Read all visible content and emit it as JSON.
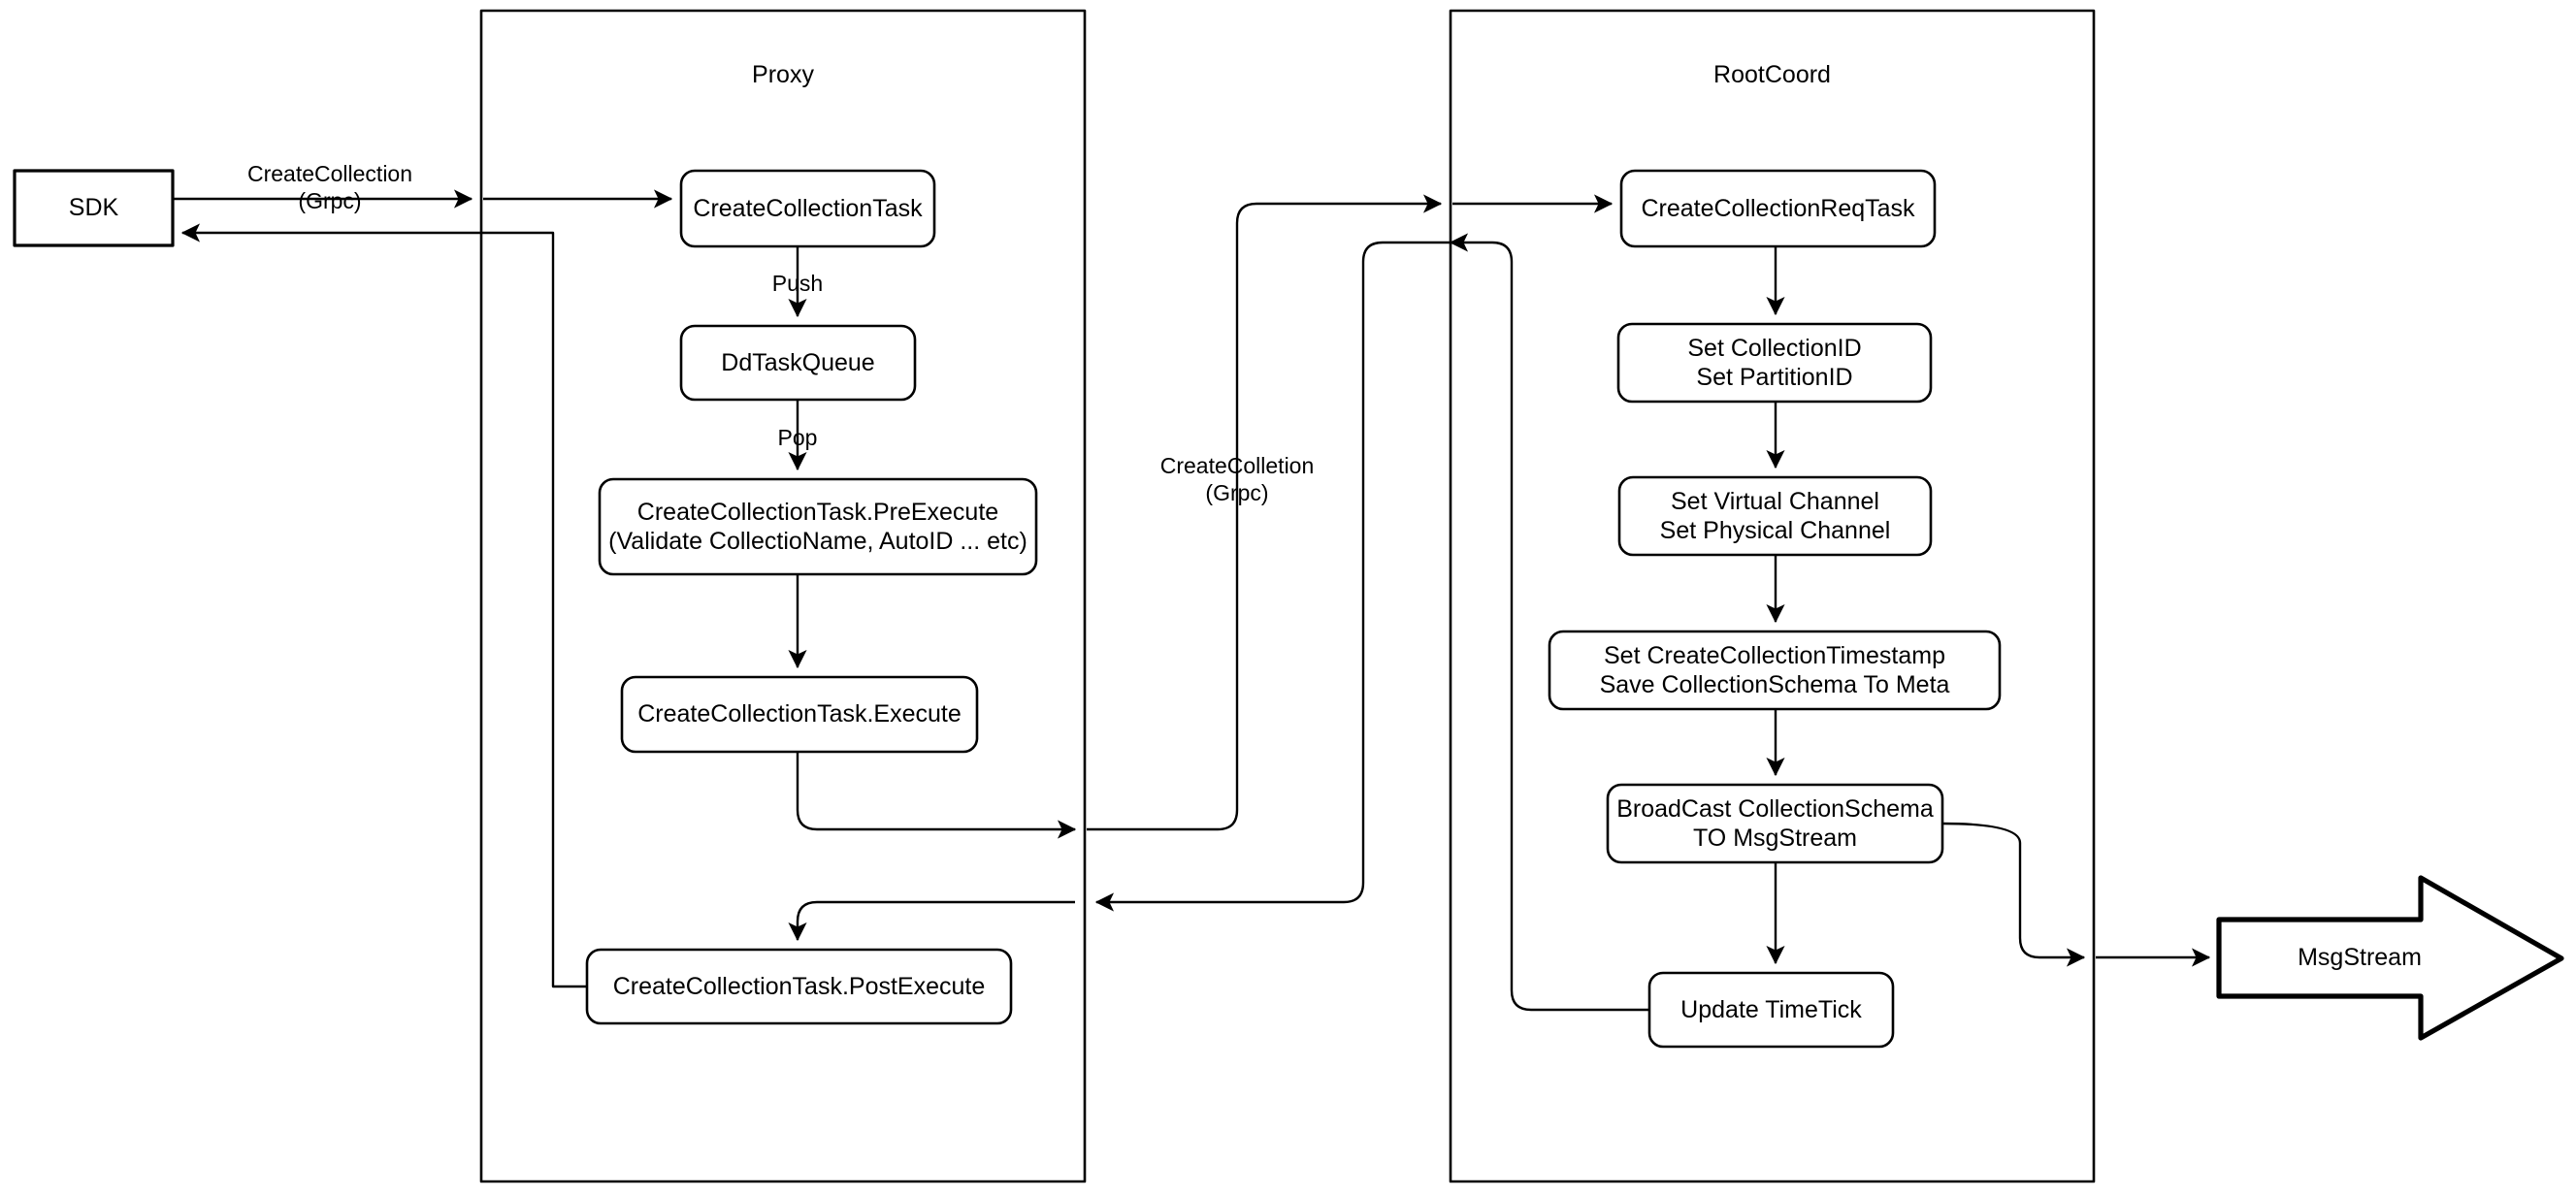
{
  "diagram": {
    "title": "CreateCollection flow (Proxy / RootCoord)",
    "stroke_color": "#000000",
    "background_color": "#ffffff",
    "containers": [
      {
        "id": "proxy",
        "label": "Proxy"
      },
      {
        "id": "rootcoord",
        "label": "RootCoord"
      }
    ],
    "external_nodes": [
      {
        "id": "sdk",
        "label": "SDK",
        "shape": "rect"
      },
      {
        "id": "msgstream",
        "label": "MsgStream",
        "shape": "block-arrow"
      }
    ],
    "proxy_nodes": [
      {
        "id": "create-collection-task",
        "label": "CreateCollectionTask"
      },
      {
        "id": "dd-task-queue",
        "label": "DdTaskQueue"
      },
      {
        "id": "pre-execute",
        "label": "CreateCollectionTask.PreExecute\n(Validate CollectioName, AutoID ... etc)"
      },
      {
        "id": "execute",
        "label": "CreateCollectionTask.Execute"
      },
      {
        "id": "post-execute",
        "label": "CreateCollectionTask.PostExecute"
      }
    ],
    "rootcoord_nodes": [
      {
        "id": "create-collection-req-task",
        "label": "CreateCollectionReqTask"
      },
      {
        "id": "set-ids",
        "label": "Set CollectionID\nSet PartitionID"
      },
      {
        "id": "set-channels",
        "label": "Set Virtual Channel\nSet Physical Channel"
      },
      {
        "id": "set-timestamp",
        "label": "Set CreateCollectionTimestamp\nSave CollectionSchema To Meta"
      },
      {
        "id": "broadcast",
        "label": "BroadCast CollectionSchema\nTO MsgStream"
      },
      {
        "id": "update-timetick",
        "label": "Update TimeTick"
      }
    ],
    "edge_labels": [
      {
        "id": "sdk-to-proxy",
        "label": "CreateCollection\n(Grpc)"
      },
      {
        "id": "push",
        "label": "Push"
      },
      {
        "id": "pop",
        "label": "Pop"
      },
      {
        "id": "proxy-to-rootcoord",
        "label": "CreateColletion\n(Grpc)"
      }
    ]
  }
}
